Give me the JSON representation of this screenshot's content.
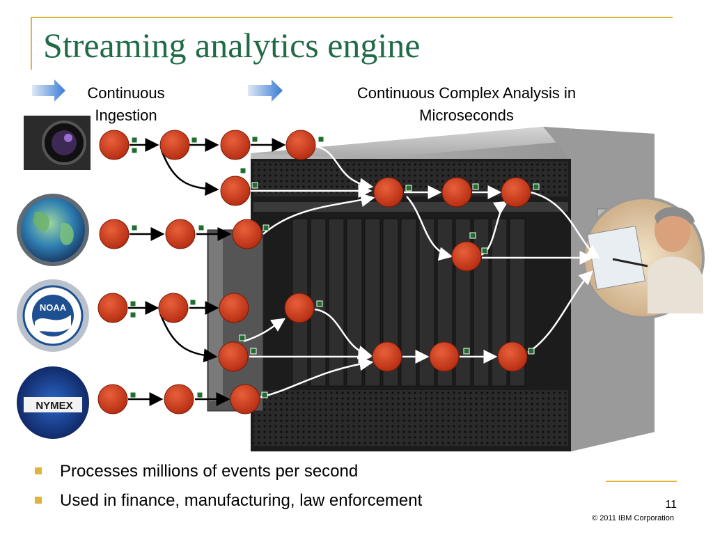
{
  "slide": {
    "title": "Streaming analytics engine",
    "stages": {
      "ingestion": [
        "Continuous",
        "Ingestion"
      ],
      "analysis": [
        "Continuous Complex Analysis in",
        "Microseconds"
      ]
    },
    "sources": [
      "camera-icon",
      "globe-icon",
      "noaa-logo",
      "nymex-logo"
    ],
    "source_logo_text": [
      "NOAA",
      "NYMEX"
    ],
    "analyst": "analyst-photo",
    "bullets": [
      "Processes millions of events per second",
      "Used in finance, manufacturing, law enforcement"
    ],
    "page_number": "11",
    "copyright": "© 2011 IBM Corporation",
    "colors": {
      "title": "#1f6b45",
      "accent_rule": "#e0b33a",
      "node": "#cc3c1e",
      "port": "#1f6e2e"
    }
  }
}
